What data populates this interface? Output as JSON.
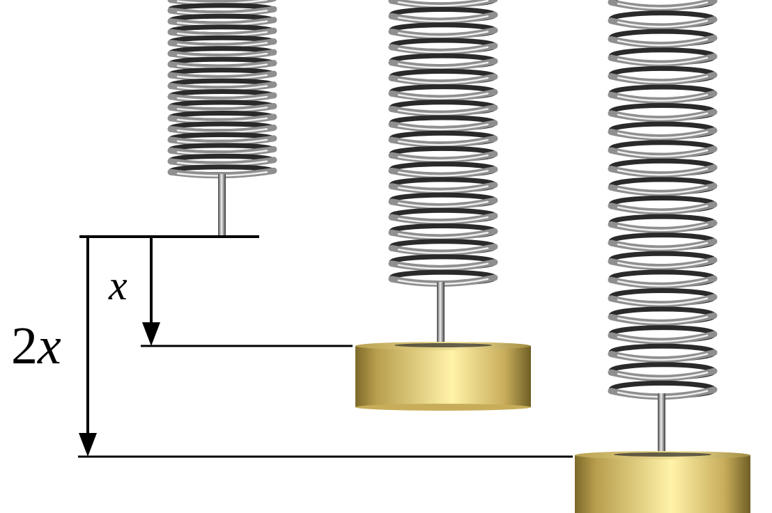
{
  "diagram": {
    "type": "spring-extension-illustration",
    "labels": {
      "single_extension": "x",
      "double_extension": "2x"
    },
    "springs": [
      {
        "id": "spring-unloaded",
        "mass": "none",
        "extension": "0"
      },
      {
        "id": "spring-one-mass",
        "mass": "gold cylinder",
        "extension": "x"
      },
      {
        "id": "spring-two-mass",
        "mass": "gold cylinder",
        "extension": "2x"
      }
    ],
    "colors": {
      "spring_dark": "#3a3a3a",
      "spring_light": "#e8e8e8",
      "mass_gold": "#d9c070",
      "mass_highlight": "#fff4b0",
      "mass_shadow": "#8a7630",
      "line": "#000000"
    }
  }
}
